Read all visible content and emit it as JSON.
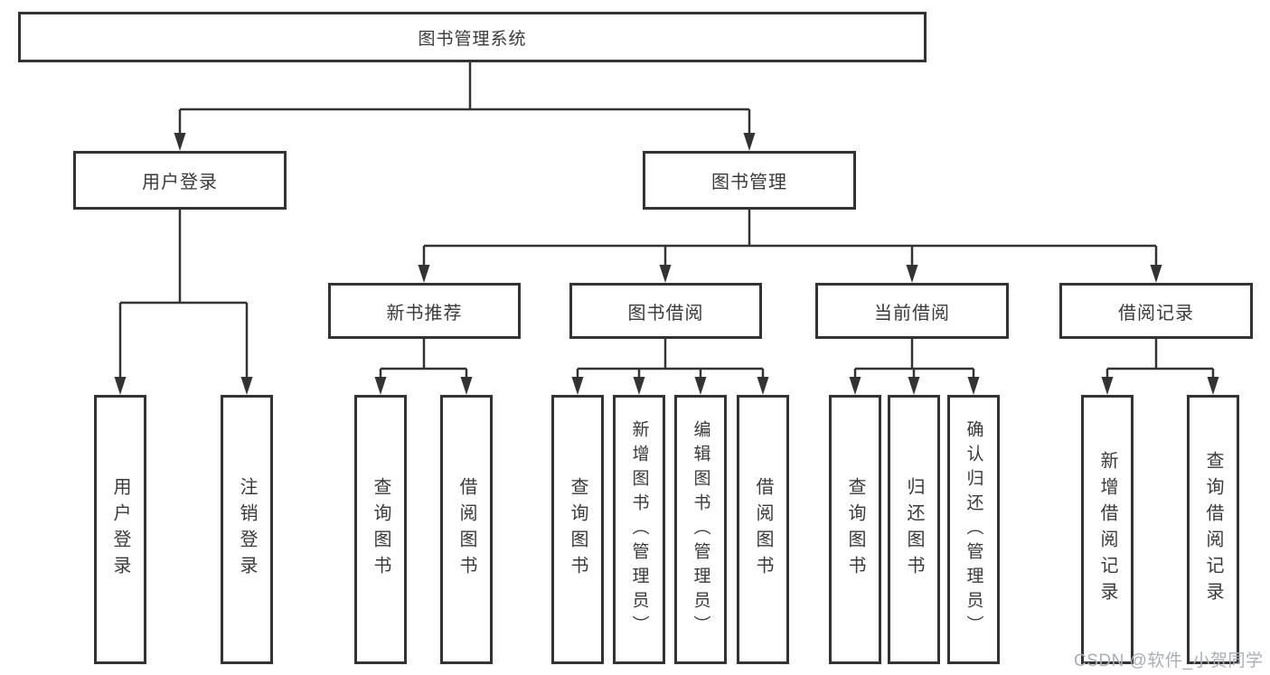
{
  "diagram": {
    "root": "图书管理系统",
    "level2": {
      "user_login": "用户登录",
      "book_management": "图书管理"
    },
    "level3": {
      "new_book_recommend": "新书推荐",
      "book_borrowing": "图书借阅",
      "current_borrowing": "当前借阅",
      "borrowing_records": "借阅记录"
    },
    "leaves": {
      "user_login_leaf": "用户登录",
      "logout_login": "注销登录",
      "nb_query_books": "查询图书",
      "nb_borrow_books": "借阅图书",
      "bb_query_books": "查询图书",
      "bb_add_books_admin": "新增图书（管理员）",
      "bb_edit_books_admin": "编辑图书（管理员）",
      "bb_borrow_books": "借阅图书",
      "cb_query_books": "查询图书",
      "cb_return_books": "归还图书",
      "cb_confirm_return_admin": "确认归还（管理员）",
      "br_add_borrow_record": "新增借阅记录",
      "br_query_borrow_record": "查询借阅记录"
    },
    "hierarchy": [
      {
        "parent": "图书管理系统",
        "children": [
          "用户登录",
          "图书管理"
        ]
      },
      {
        "parent": "用户登录",
        "children": [
          "用户登录",
          "注销登录"
        ]
      },
      {
        "parent": "图书管理",
        "children": [
          "新书推荐",
          "图书借阅",
          "当前借阅",
          "借阅记录"
        ]
      },
      {
        "parent": "新书推荐",
        "children": [
          "查询图书",
          "借阅图书"
        ]
      },
      {
        "parent": "图书借阅",
        "children": [
          "查询图书",
          "新增图书（管理员）",
          "编辑图书（管理员）",
          "借阅图书"
        ]
      },
      {
        "parent": "当前借阅",
        "children": [
          "查询图书",
          "归还图书",
          "确认归还（管理员）"
        ]
      },
      {
        "parent": "借阅记录",
        "children": [
          "新增借阅记录",
          "查询借阅记录"
        ]
      }
    ]
  },
  "watermark": "CSDN @软件_小贺同学",
  "colors": {
    "line": "#333333",
    "box_border": "#333333",
    "box_fill": "#ffffff",
    "text": "#3a3a3a",
    "watermark": "#a9aeb6",
    "background": "#ffffff"
  }
}
